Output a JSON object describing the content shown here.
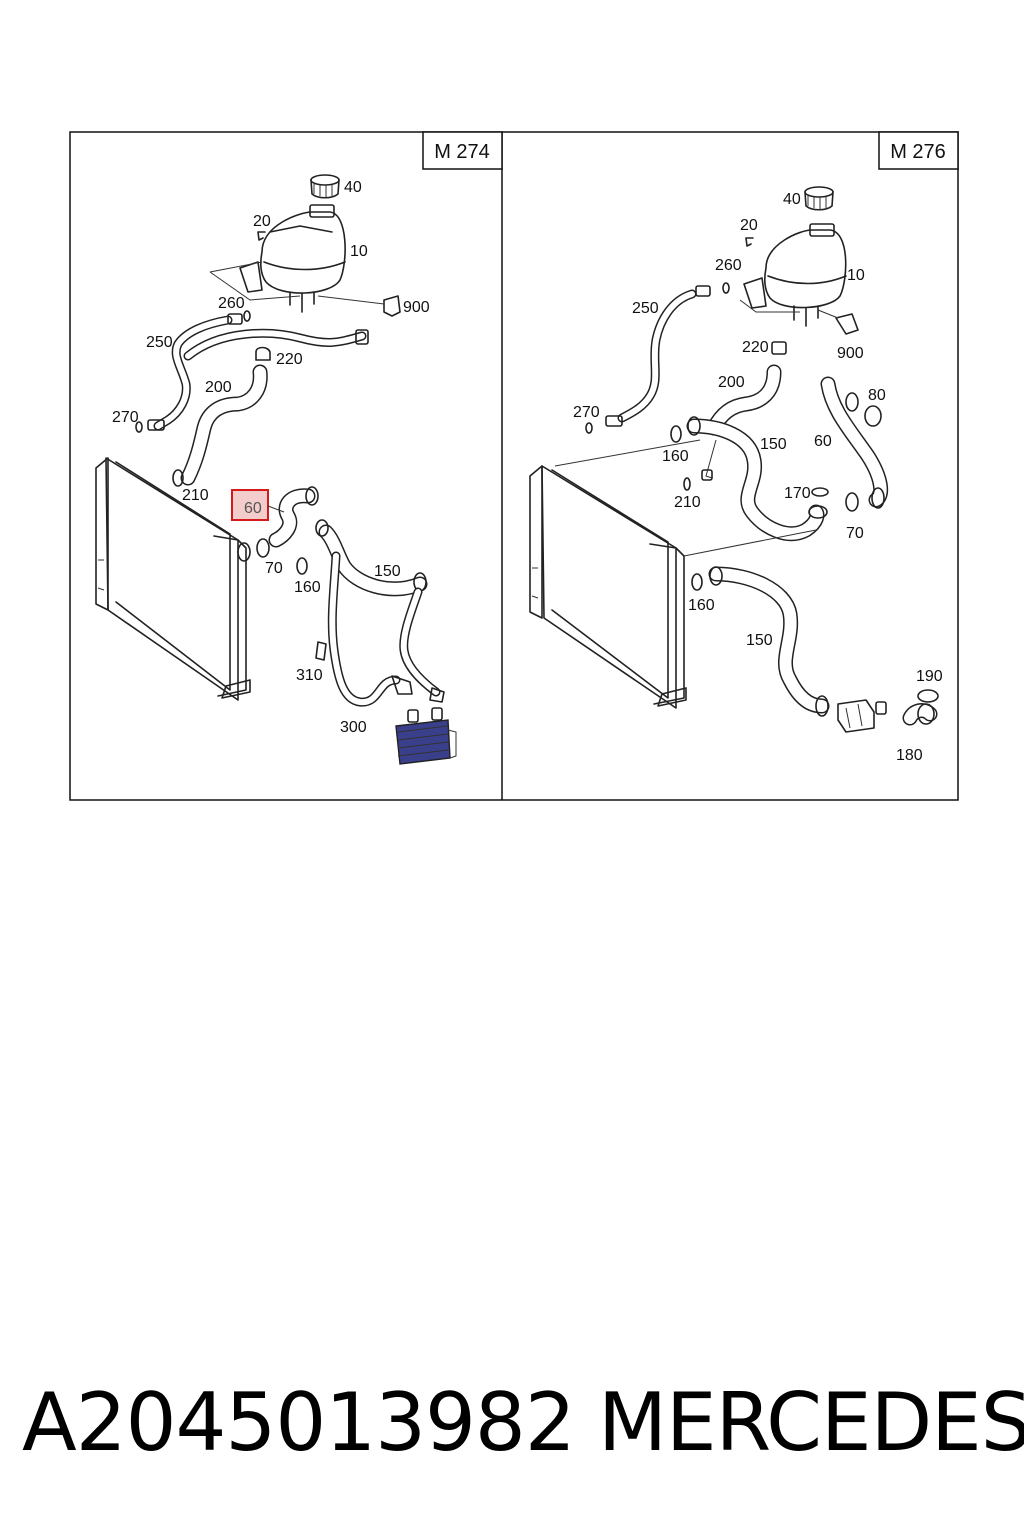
{
  "panels": [
    {
      "title": "M 274",
      "callouts": [
        "40",
        "20",
        "10",
        "260",
        "900",
        "250",
        "220",
        "200",
        "270",
        "210",
        "60",
        "70",
        "160",
        "150",
        "310",
        "300"
      ]
    },
    {
      "title": "M 276",
      "callouts": [
        "40",
        "20",
        "10",
        "260",
        "250",
        "900",
        "220",
        "200",
        "80",
        "270",
        "60",
        "160",
        "150",
        "210",
        "170",
        "70",
        "160",
        "150",
        "190",
        "180"
      ]
    }
  ],
  "highlighted_callout": "60",
  "colors": {
    "highlight_fill": "#f3cccc",
    "highlight_border": "#d41a1a",
    "oil_cooler_fill": "#3a3f8c"
  },
  "footer": {
    "part_number": "A2045013982",
    "brand": "MERCEDES"
  }
}
